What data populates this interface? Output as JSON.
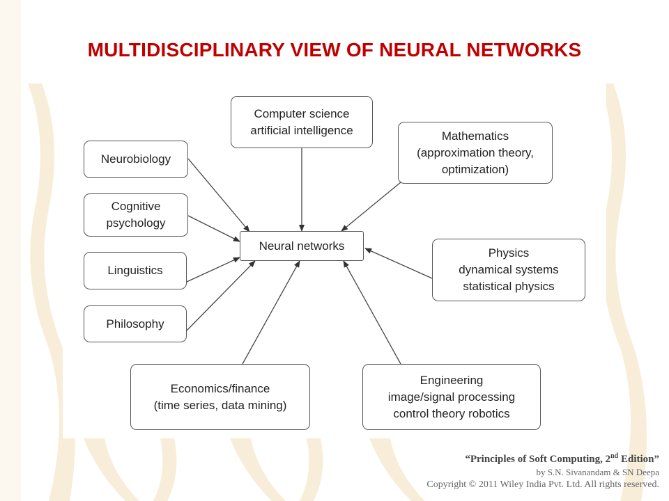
{
  "title": "MULTIDISCIPLINARY VIEW OF NEURAL NETWORKS",
  "diagram": {
    "center": "Neural networks",
    "nodes": {
      "computer_science": [
        "Computer science",
        "artificial intelligence"
      ],
      "mathematics": [
        "Mathematics",
        "(approximation theory,",
        "optimization)"
      ],
      "neurobiology": [
        "Neurobiology"
      ],
      "cognitive_psychology": [
        "Cognitive",
        "psychology"
      ],
      "linguistics": [
        "Linguistics"
      ],
      "philosophy": [
        "Philosophy"
      ],
      "physics": [
        "Physics",
        "dynamical systems",
        "statistical physics"
      ],
      "economics": [
        "Economics/finance",
        "(time series, data mining)"
      ],
      "engineering": [
        "Engineering",
        "image/signal processing",
        "control theory robotics"
      ]
    }
  },
  "footer": {
    "book_prefix": "“Principles of Soft Computing, 2",
    "book_sup": "nd",
    "book_suffix": " Edition”",
    "authors": "by S.N. Sivanandam & SN Deepa",
    "copyright": "Copyright © 2011 Wiley India Pvt. Ltd.  All rights reserved."
  },
  "colors": {
    "title": "#c00000",
    "watermark": "#f7ead0"
  }
}
